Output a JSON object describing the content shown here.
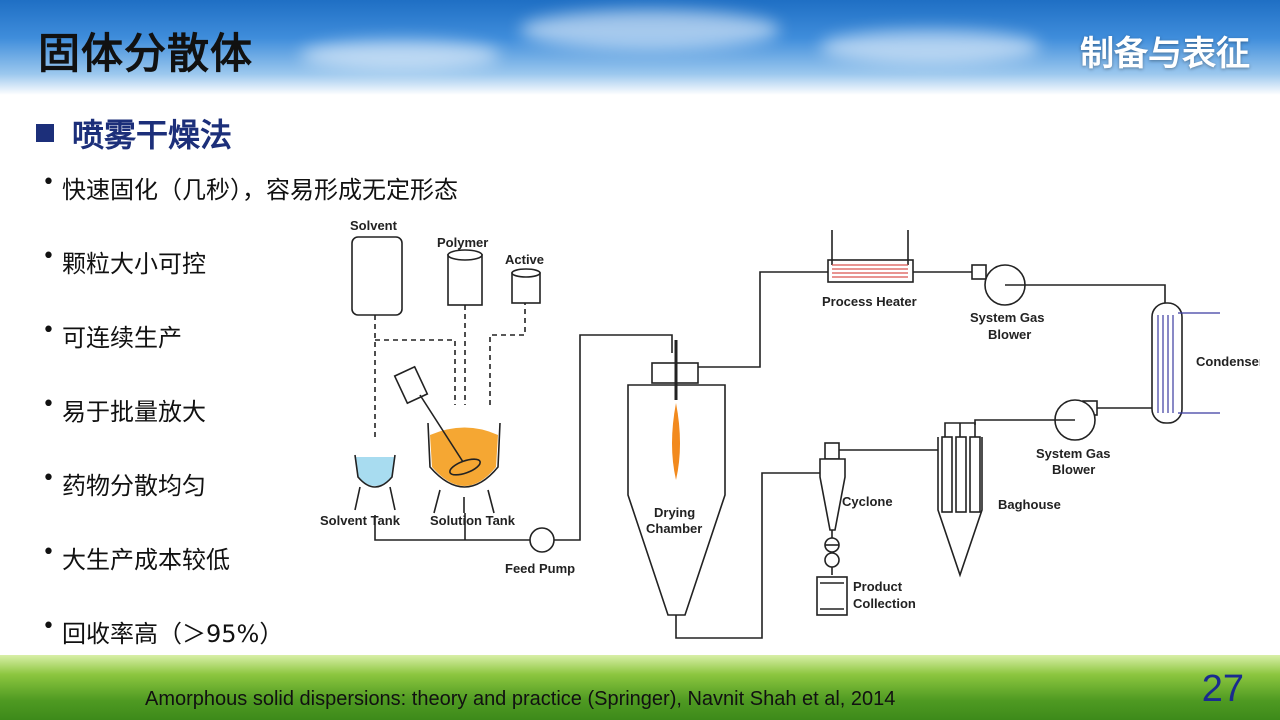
{
  "slide": {
    "title": "固体分散体",
    "section_tag": "制备与表征",
    "heading": "喷雾干燥法",
    "bullets": [
      "快速固化（几秒），容易形成无定形态",
      "颗粒大小可控",
      "可连续生产",
      "易于批量放大",
      "药物分散均匀",
      "大生产成本较低",
      "回收率高（＞95%）"
    ],
    "bullet_symbol": "•",
    "citation": "Amorphous solid dispersions: theory and practice (Springer), Navnit Shah et al, 2014",
    "page_number": "27"
  },
  "diagram": {
    "labels": {
      "solvent": "Solvent",
      "polymer": "Polymer",
      "active": "Active",
      "solvent_tank": "Solvent Tank",
      "solution_tank": "Solution Tank",
      "feed_pump": "Feed Pump",
      "drying_chamber_1": "Drying",
      "drying_chamber_2": "Chamber",
      "process_heater": "Process Heater",
      "blower_top_1": "System Gas",
      "blower_top_2": "Blower",
      "condenser": "Condenser",
      "blower_bottom_1": "System Gas",
      "blower_bottom_2": "Blower",
      "cyclone": "Cyclone",
      "baghouse": "Baghouse",
      "product_1": "Product",
      "product_2": "Collection"
    },
    "colors": {
      "line": "#222222",
      "solution": "#f5a733",
      "solvent_liquid": "#a8dcf0",
      "heater_coil": "#d9534f",
      "condenser_coil": "#3a3aa0",
      "flame": "#f28a1e"
    }
  }
}
